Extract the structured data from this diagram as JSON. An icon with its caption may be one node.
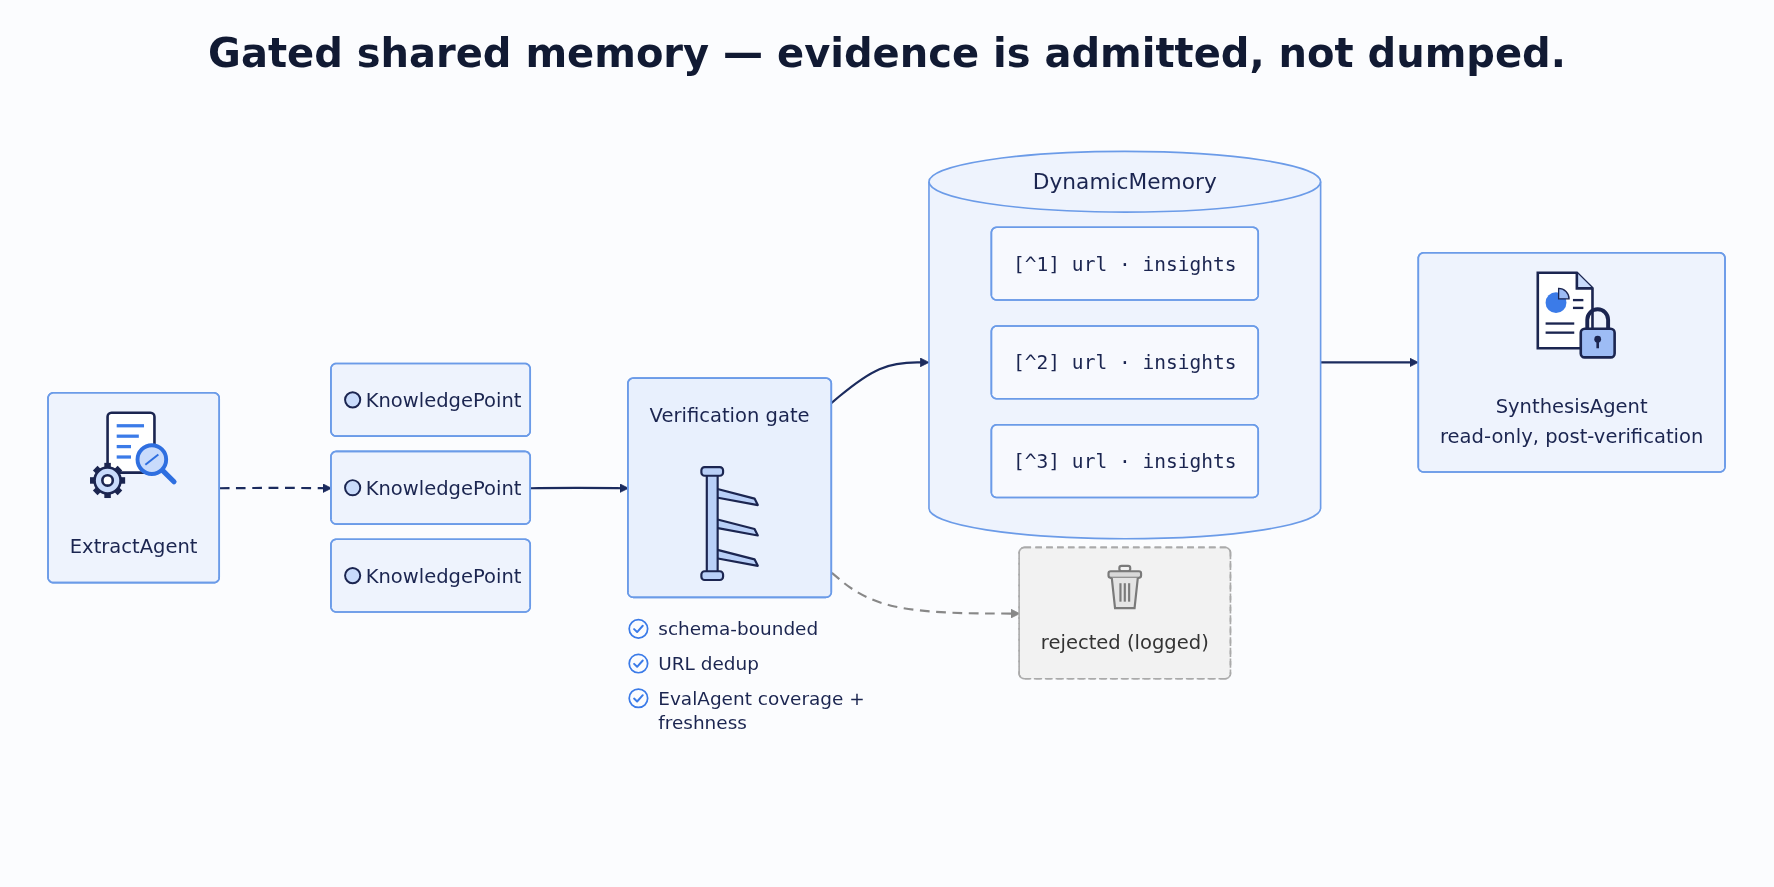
{
  "diagram": {
    "title": "Gated shared memory — evidence is admitted, not dumped.",
    "nodes": [
      {
        "text": [
          "ExtractAgent"
        ]
      },
      {
        "text": [
          "KnowledgePoint"
        ]
      },
      {
        "text": [
          "KnowledgePoint"
        ]
      },
      {
        "text": [
          "KnowledgePoint"
        ]
      },
      {
        "text": [
          "Verification gate"
        ],
        "beside": [
          "schema-bounded",
          "URL dedup",
          "EvalAgent coverage + freshness"
        ]
      },
      {
        "text": [
          "DynamicMemory"
        ]
      },
      {
        "text": [
          "[^1] url · insights"
        ],
        "in": 5
      },
      {
        "text": [
          "[^2] url · insights"
        ],
        "in": 5
      },
      {
        "text": [
          "[^3] url · insights"
        ],
        "in": 5
      },
      {
        "text": [
          "SynthesisAgent",
          "read-only, post-verification"
        ]
      },
      {
        "text": [
          "rejected (logged)"
        ]
      }
    ],
    "edges": [
      {
        "from": 0,
        "to": 2,
        "arrow": "to",
        "style": "dashed"
      },
      {
        "from": 2,
        "to": 4,
        "arrow": "to"
      },
      {
        "from": 4,
        "to": 5,
        "arrow": "to"
      },
      {
        "from": 5,
        "to": 9,
        "arrow": "to"
      },
      {
        "from": 4,
        "to": 10,
        "arrow": "to",
        "style": "dashed",
        "color": "#888888"
      }
    ]
  }
}
